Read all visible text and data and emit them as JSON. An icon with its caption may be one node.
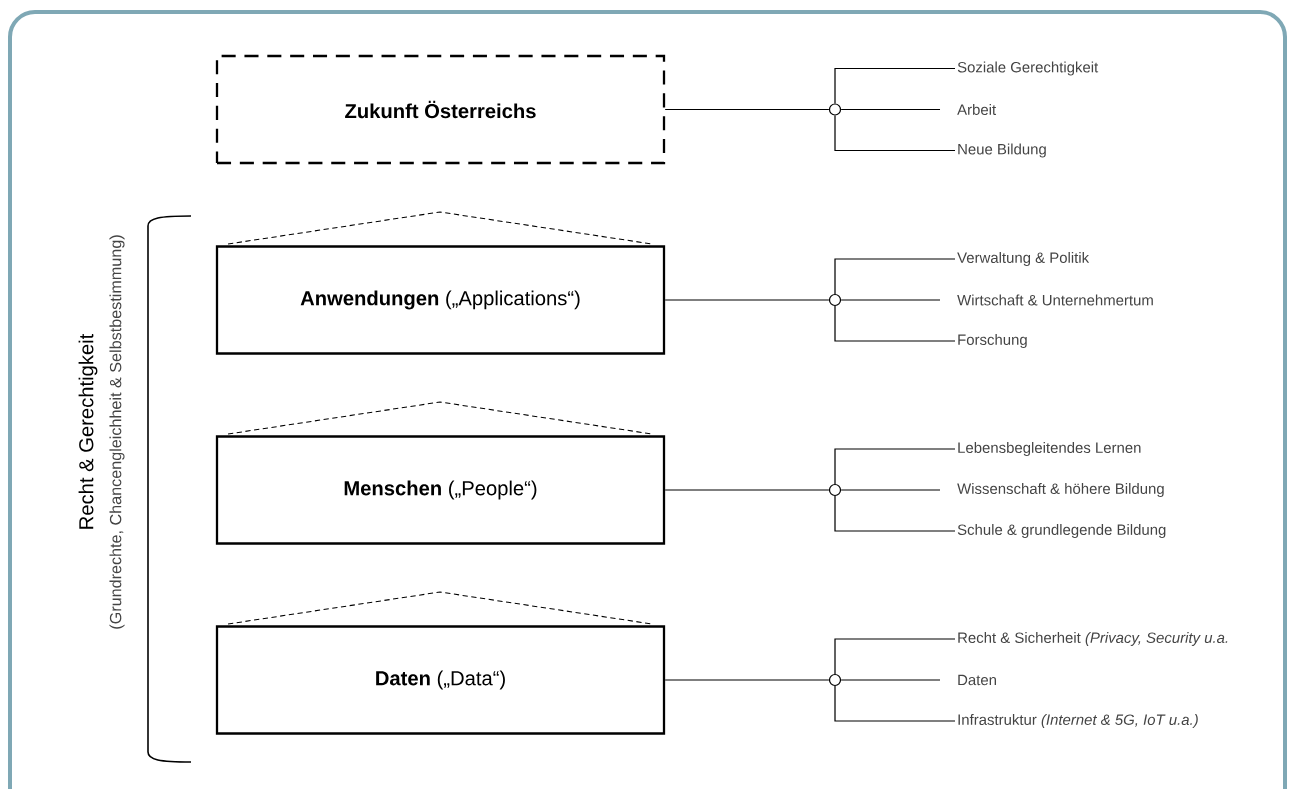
{
  "diagram": {
    "nodes": [
      {
        "text": [
          "**Zukunft Österreichs**"
        ]
      },
      {
        "text": [],
        "shape": "circle"
      },
      {
        "text": [
          "Soziale Gerechtigkeit"
        ]
      },
      {
        "text": [
          "Arbeit"
        ]
      },
      {
        "text": [
          "Neue Bildung"
        ]
      },
      {
        "text": [
          "**Anwendungen** („Applications“)"
        ]
      },
      {
        "text": [],
        "shape": "circle"
      },
      {
        "text": [
          "Verwaltung & Politik"
        ]
      },
      {
        "text": [
          "Wirtschaft & Unternehmertum"
        ]
      },
      {
        "text": [
          "Forschung"
        ]
      },
      {
        "text": [
          "**Menschen** („People“)"
        ]
      },
      {
        "text": [],
        "shape": "circle"
      },
      {
        "text": [
          "Lebensbegleitendes Lernen"
        ]
      },
      {
        "text": [
          "Wissenschaft & höhere Bildung"
        ]
      },
      {
        "text": [
          "Schule & grundlegende Bildung"
        ]
      },
      {
        "text": [
          "**Daten** („Data“)"
        ]
      },
      {
        "text": [],
        "shape": "circle"
      },
      {
        "text": [
          "Recht & Sicherheit *(Privacy, Security u.a.*"
        ]
      },
      {
        "text": [
          "Daten"
        ]
      },
      {
        "text": [
          "Infrastruktur *(Internet & 5G, IoT u.a.)*"
        ]
      }
    ],
    "edges": [
      {
        "from": 0,
        "to": 1,
        "arrow": "none"
      },
      {
        "from": 1,
        "to": 2,
        "arrow": "none"
      },
      {
        "from": 1,
        "to": 3,
        "arrow": "none"
      },
      {
        "from": 1,
        "to": 4,
        "arrow": "none"
      },
      {
        "from": 5,
        "to": 6,
        "arrow": "none"
      },
      {
        "from": 6,
        "to": 7,
        "arrow": "none"
      },
      {
        "from": 6,
        "to": 8,
        "arrow": "none"
      },
      {
        "from": 6,
        "to": 9,
        "arrow": "none"
      },
      {
        "from": 10,
        "to": 11,
        "arrow": "none"
      },
      {
        "from": 11,
        "to": 12,
        "arrow": "none"
      },
      {
        "from": 11,
        "to": 13,
        "arrow": "none"
      },
      {
        "from": 11,
        "to": 14,
        "arrow": "none"
      },
      {
        "from": 15,
        "to": 16,
        "arrow": "none"
      },
      {
        "from": 16,
        "to": 17,
        "arrow": "none"
      },
      {
        "from": 16,
        "to": 18,
        "arrow": "none"
      },
      {
        "from": 16,
        "to": 19,
        "arrow": "none"
      }
    ],
    "labels": [
      "Recht & Gerechtigkeit",
      "(Grundrechte, Chancengleichheit & Selbstbestimmung)"
    ]
  }
}
